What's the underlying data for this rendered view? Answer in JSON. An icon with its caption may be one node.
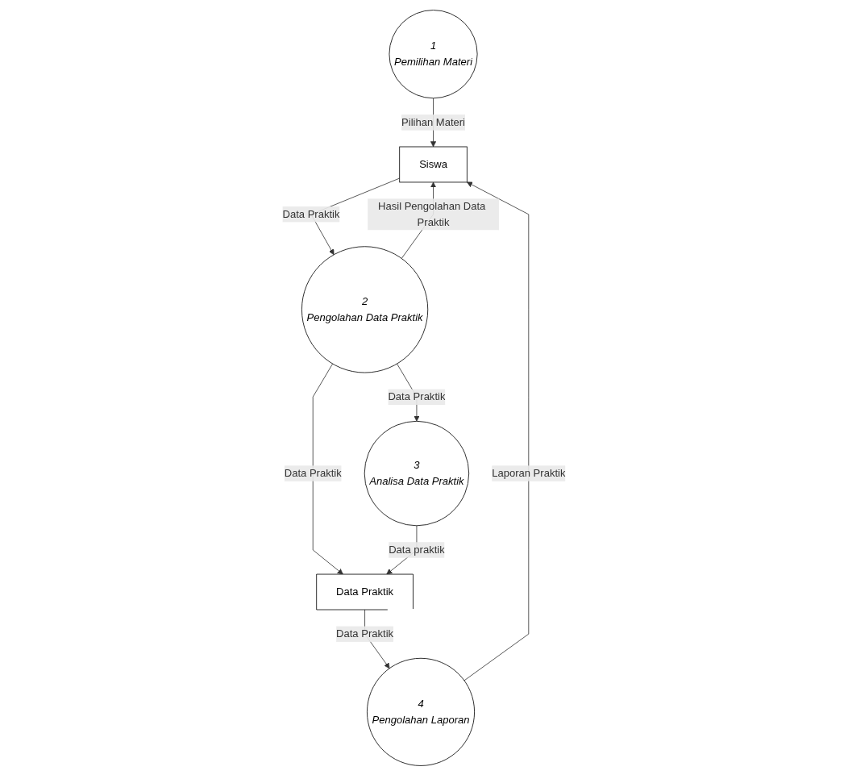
{
  "diagram": {
    "nodes": [
      {
        "text": [
          "Siswa"
        ]
      },
      {
        "text": [
          "1",
          "Pemilihan Materi"
        ]
      },
      {
        "text": [
          "2",
          "Pengolahan Data Praktik"
        ]
      },
      {
        "text": [
          "3",
          "Analisa Data Praktik"
        ]
      },
      {
        "text": [
          "Data Praktik"
        ]
      },
      {
        "text": [
          "4",
          "Pengolahan Laporan"
        ]
      }
    ],
    "edges": [
      {
        "from": 1,
        "to": 0,
        "arrow": "to",
        "label": "Pilihan Materi"
      },
      {
        "from": 0,
        "to": 2,
        "arrow": "to",
        "label": "Data Praktik"
      },
      {
        "from": 2,
        "to": 0,
        "arrow": "to",
        "label": "Hasil Pengolahan Data Praktik"
      },
      {
        "from": 2,
        "to": 3,
        "arrow": "to",
        "label": "Data Praktik"
      },
      {
        "from": 2,
        "to": 4,
        "arrow": "to",
        "label": "Data Praktik"
      },
      {
        "from": 3,
        "to": 4,
        "arrow": "to",
        "label": "Data praktik"
      },
      {
        "from": 4,
        "to": 5,
        "arrow": "to",
        "label": "Data Praktik"
      },
      {
        "from": 5,
        "to": 0,
        "arrow": "to",
        "label": "Laporan Praktik"
      }
    ]
  }
}
